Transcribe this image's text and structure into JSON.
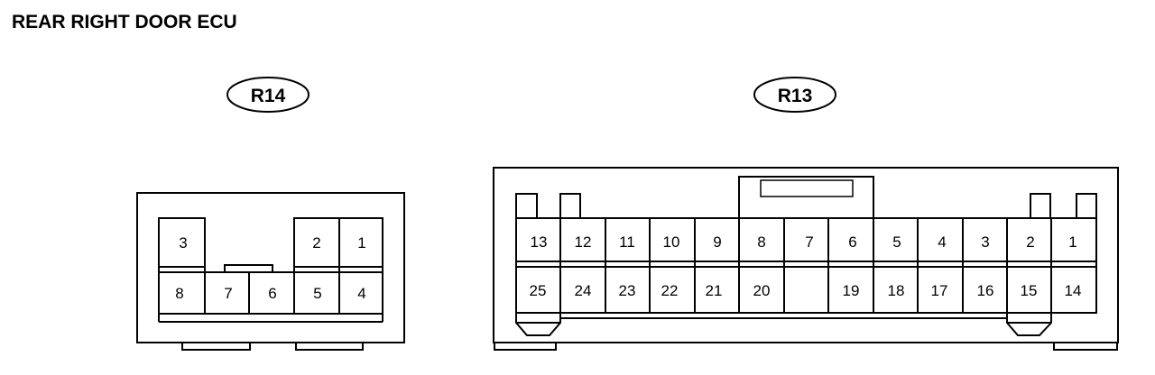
{
  "title": "REAR RIGHT DOOR ECU",
  "connectors": [
    {
      "label": "R14",
      "pins_top": [
        "3",
        "2",
        "1"
      ],
      "pins_bottom": [
        "8",
        "7",
        "6",
        "5",
        "4"
      ]
    },
    {
      "label": "R13",
      "pins_top": [
        "13",
        "12",
        "11",
        "10",
        "9",
        "8",
        "7",
        "6",
        "5",
        "4",
        "3",
        "2",
        "1"
      ],
      "pins_bottom": [
        "25",
        "24",
        "23",
        "22",
        "21",
        "20",
        "19",
        "18",
        "17",
        "16",
        "15",
        "14"
      ]
    }
  ]
}
